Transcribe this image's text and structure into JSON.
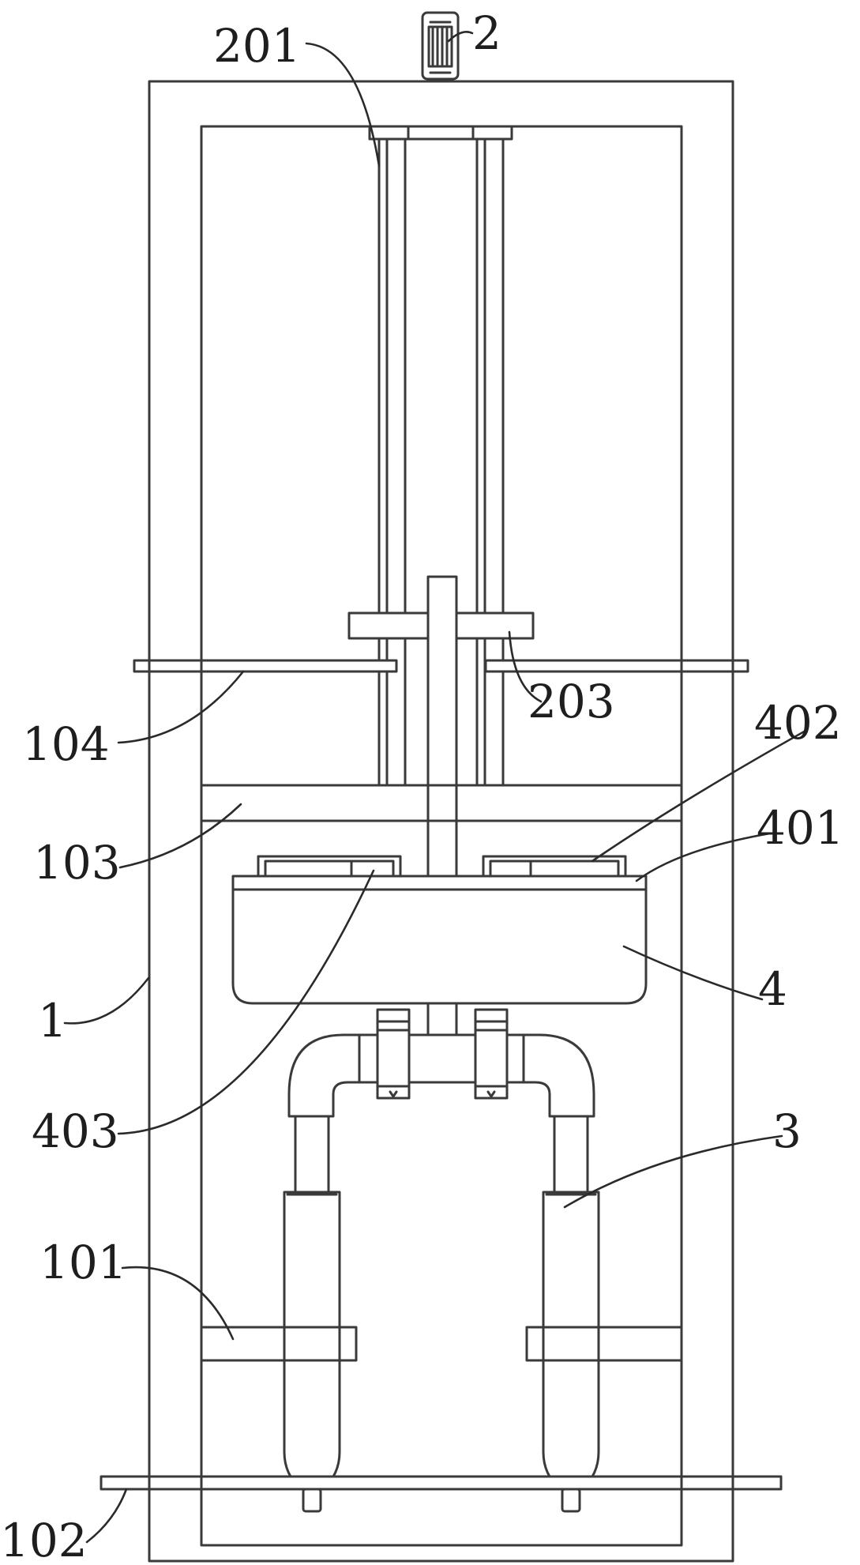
{
  "labels": {
    "l201": "201",
    "l2": "2",
    "l203": "203",
    "l104": "104",
    "l402": "402",
    "l103": "103",
    "l401": "401",
    "l1": "1",
    "l4": "4",
    "l403": "403",
    "l3": "3",
    "l101": "101",
    "l102": "102"
  },
  "colors": {
    "line": "#3a3a3a",
    "text": "#1e1e1e",
    "background": "#ffffff"
  }
}
